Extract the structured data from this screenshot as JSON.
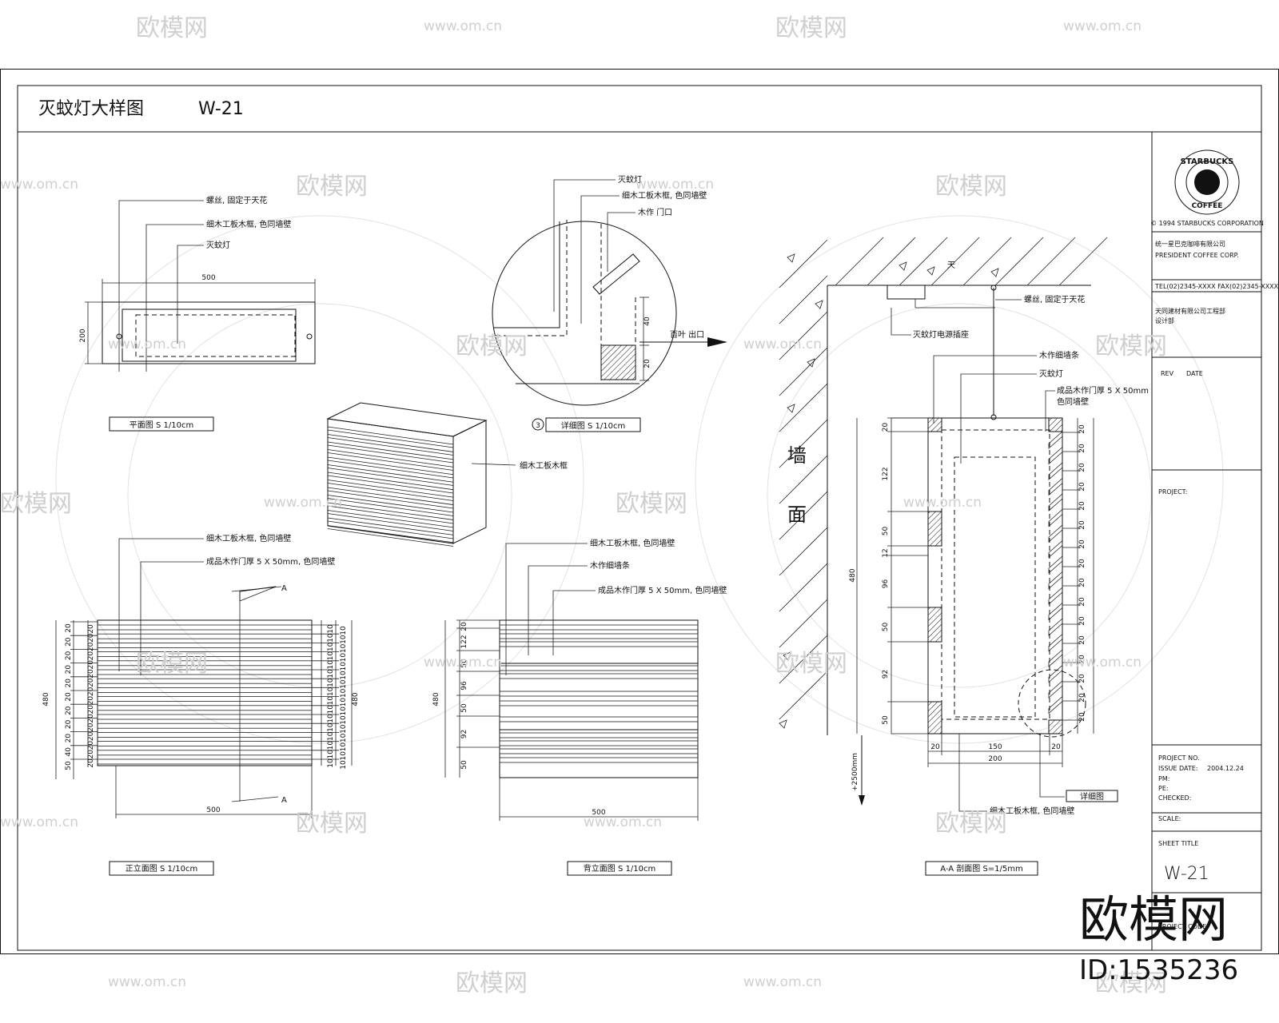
{
  "drawing": {
    "title": "灭蚊灯大样图",
    "code": "W-21"
  },
  "watermark": {
    "brand": "欧模网",
    "site": "www.om.cn",
    "corner_brand": "欧模网",
    "corner_id": "ID:1535236"
  },
  "title_block": {
    "logo_top": "STARBUCKS",
    "logo_bottom": "COFFEE",
    "copyright": "© 1994 STARBUCKS CORPORATION",
    "company_cn": "统一星巴克咖啡有限公司",
    "company_en": "PRESIDENT COFFEE CORP.",
    "tel_fax": "TEL(02)2345-XXXX   FAX(02)2345-XXXX",
    "designer_cn": "天同建材有限公司工程部",
    "designer_cn2": "设计部",
    "rev_label": "REV",
    "date_label": "DATE",
    "project_label": "PROJECT:",
    "project_no_label": "PROJECT NO.",
    "issue_date_label": "ISSUE DATE:",
    "issue_date": "2004.12.24",
    "pm_label": "PM:",
    "pe_label": "PE:",
    "checked_label": "CHECKED:",
    "scale_label": "SCALE:",
    "sheet_title_label": "SHEET TITLE",
    "sheet_title": "W-21",
    "project_code_label": "PROJECT CODE"
  },
  "views": {
    "plan": {
      "caption": "平面图 S 1/10cm",
      "notes": [
        "螺丝, 固定于天花",
        "细木工板木框, 色同墙壁",
        "灭蚊灯"
      ],
      "dim_w": "500",
      "dim_h": "200"
    },
    "detail": {
      "caption": "详细图 S 1/10cm",
      "caption_no": "3",
      "notes": [
        "灭蚊灯",
        "细木工板木框, 色同墙壁",
        "木作 门口"
      ],
      "dim_a": "40",
      "dim_b": "20",
      "arrow_label": "百叶 出口"
    },
    "iso": {
      "note": "细木工板木框"
    },
    "front": {
      "caption": "正立面图 S 1/10cm",
      "notes": [
        "细木工板木框, 色同墙壁",
        "成品木作门厚 5 X 50mm, 色同墙壁"
      ],
      "section_mark": "A",
      "dim_w": "500",
      "dim_h": "480",
      "left_dims": [
        "20",
        "20",
        "20",
        "20",
        "20",
        "20",
        "20",
        "20",
        "20",
        "40",
        "50"
      ],
      "inner_dims": [
        "20",
        "20",
        "20",
        "20",
        "20",
        "20",
        "20",
        "20",
        "20",
        "20",
        "20",
        "20",
        "20",
        "20",
        "20",
        "20"
      ],
      "right_dims": [
        "10",
        "10",
        "10",
        "10",
        "10",
        "10",
        "10",
        "10",
        "10",
        "10",
        "10",
        "10",
        "10",
        "10",
        "10",
        "10"
      ],
      "right_total": "480"
    },
    "back": {
      "caption": "背立面图 S 1/10cm",
      "notes": [
        "细木工板木框, 色同墙壁",
        "木作细墙条",
        "成品木作门厚 5 X 50mm, 色同墙壁"
      ],
      "dim_w": "500",
      "dim_h": "480",
      "left_dims": [
        "20",
        "122",
        "50",
        "96",
        "50",
        "92",
        "50"
      ]
    },
    "section": {
      "caption": "A-A 剖面图 S=1/5mm",
      "notes": [
        "螺丝, 固定于天花",
        "灭蚊灯电源插座",
        "木作细墙条",
        "灭蚊灯",
        "成品木作门厚 5 X 50mm",
        "色同墙壁"
      ],
      "wall_label_1": "墙",
      "wall_label_2": "面",
      "ceiling_label": "天",
      "height_label": "+2500mm",
      "bottom_note": "细木工板木框, 色同墙壁",
      "detail_ref": "详细图",
      "dim_h": "480",
      "left_dims": [
        "20",
        "122",
        "50",
        "12",
        "96",
        "50",
        "92",
        "50"
      ],
      "right_dims": [
        "20",
        "20",
        "20",
        "20",
        "20",
        "20",
        "20",
        "20",
        "20",
        "20",
        "20",
        "20",
        "20",
        "20",
        "20",
        "20"
      ],
      "bottom_dims": [
        "20",
        "150",
        "20"
      ],
      "bottom_total": "200"
    }
  }
}
